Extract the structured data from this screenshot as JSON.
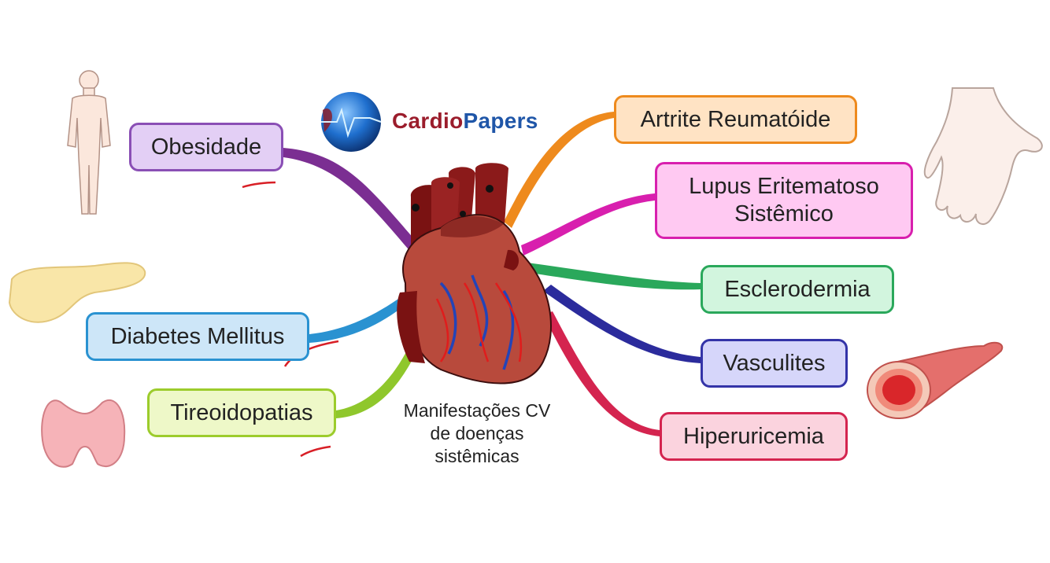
{
  "brand": {
    "name_part1": "Cardio",
    "name_part2": "Papers",
    "color_part1": "#9b1d2c",
    "color_part2": "#1f56a8",
    "icon": "globe-ecg-icon"
  },
  "center": {
    "label": "Manifestações CV de doenças sistêmicas",
    "icon": "heart-icon"
  },
  "branches_left": [
    {
      "label": "Obesidade",
      "color": "#7b2e92",
      "icon": "human-body-icon"
    },
    {
      "label": "Diabetes Mellitus",
      "color": "#2a92d1",
      "icon": "pancreas-icon"
    },
    {
      "label": "Tireoidopatias",
      "color": "#8fc72c",
      "icon": "thyroid-icon"
    }
  ],
  "branches_right": [
    {
      "label": "Artrite Reumatóide",
      "color": "#ee8a1d",
      "icon": "hand-icon"
    },
    {
      "label": "Lupus Eritematoso Sistêmico",
      "color": "#d81fae"
    },
    {
      "label": "Esclerodermia",
      "color": "#2aa85b"
    },
    {
      "label": "Vasculites",
      "color": "#2b2b9c",
      "icon": "artery-icon"
    },
    {
      "label": "Hiperuricemia",
      "color": "#d4244f"
    }
  ]
}
